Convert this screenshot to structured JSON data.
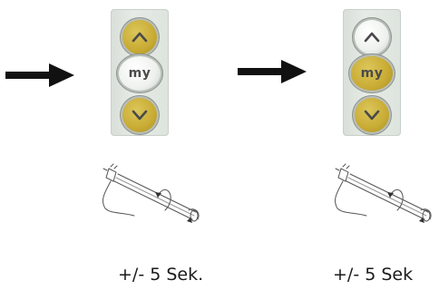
{
  "steps": [
    {
      "remote": {
        "up_state": "pressed",
        "my_state": "released",
        "down_state": "pressed",
        "my_label": "my"
      },
      "caption": "+/- 5 Sek."
    },
    {
      "remote": {
        "up_state": "released",
        "my_state": "pressed",
        "down_state": "pressed",
        "my_label": "my"
      },
      "caption": "+/- 5 Sek"
    }
  ],
  "icons": {
    "arrow": "arrow-right-icon",
    "up": "chevron-up-icon",
    "down": "chevron-down-icon",
    "motor": "tubular-motor-icon",
    "rotation": "rotation-arrow-icon"
  },
  "colors": {
    "pressed_button": "#c8ab33",
    "released_button": "#eef1ee",
    "remote_body": "#e0e5e0",
    "arrow": "#111111"
  }
}
